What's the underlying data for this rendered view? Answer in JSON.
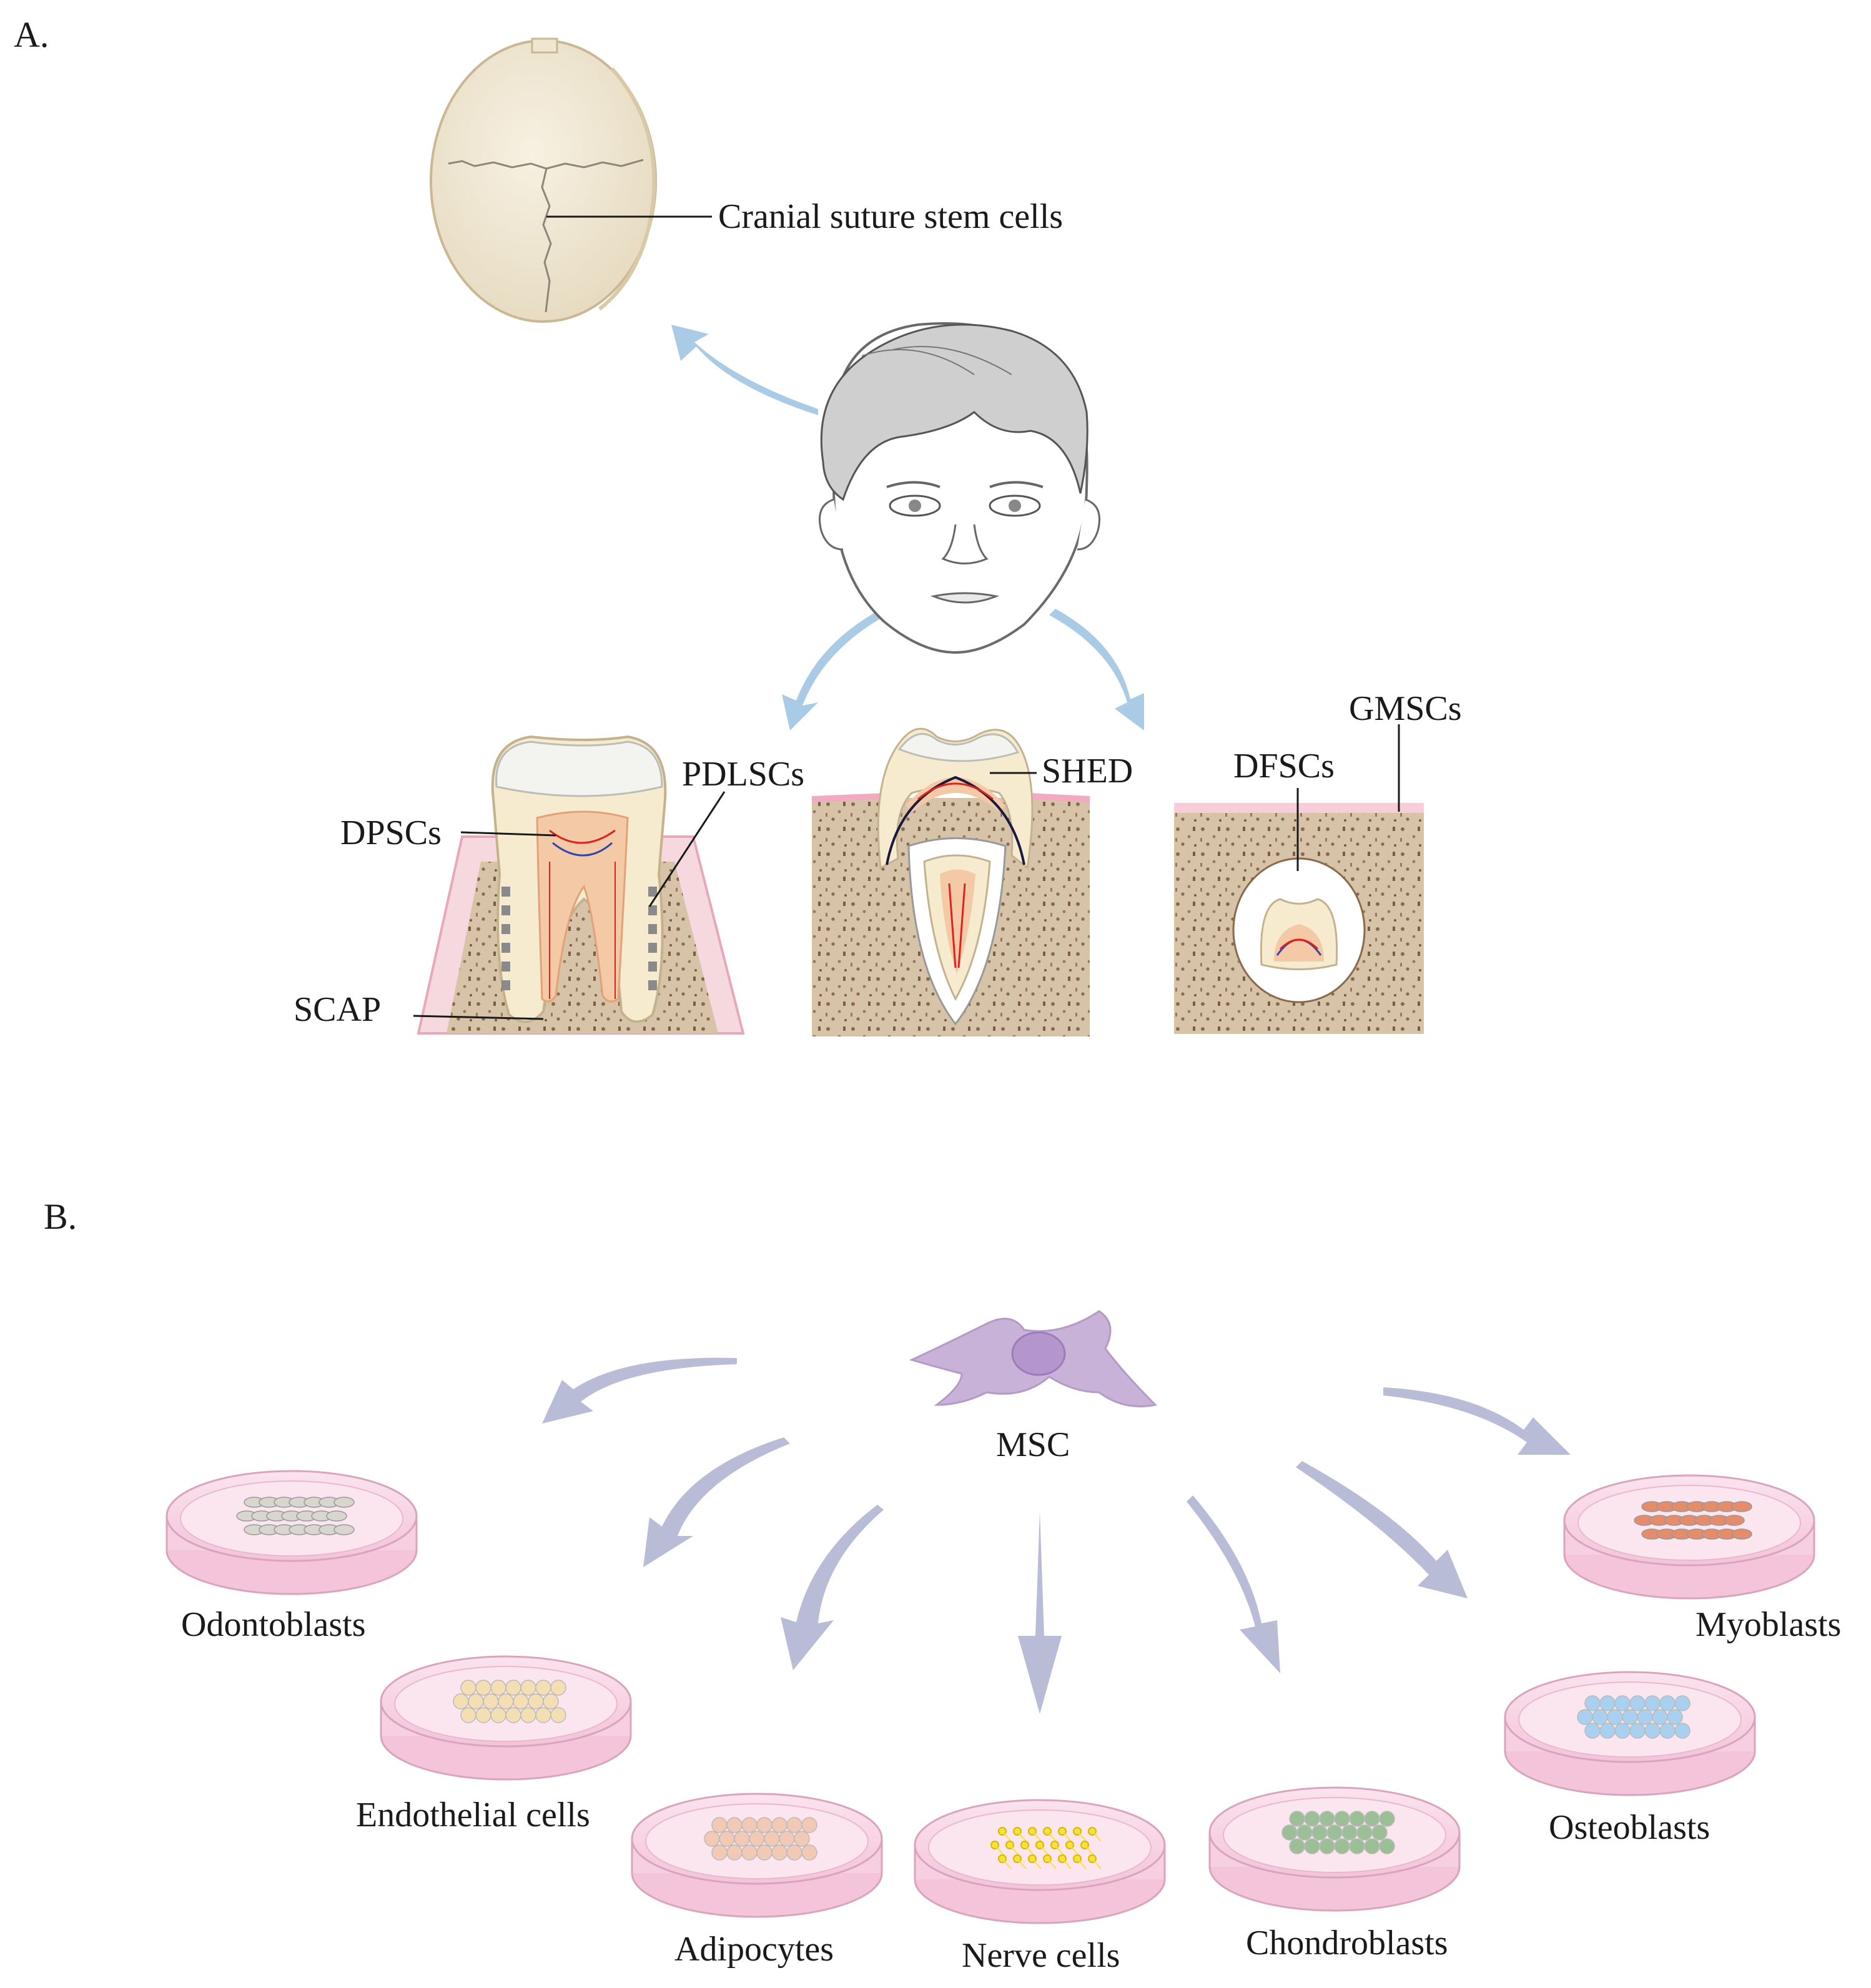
{
  "panel_a": {
    "label": "A.",
    "skull_label": "Cranial suture stem cells",
    "tooth_labels": {
      "dpsc": "DPSCs",
      "pdlsc": "PDLSCs",
      "scap": "SCAP",
      "shed": "SHED",
      "dfsc": "DFSCs",
      "gmsc": "GMSCs"
    }
  },
  "panel_b": {
    "label": "B.",
    "msc_label": "MSC",
    "dishes": [
      {
        "label": "Odontoblasts",
        "cell_color": "#d9d6cf"
      },
      {
        "label": "Endothelial cells",
        "cell_color": "#f4dfb4"
      },
      {
        "label": "Adipocytes",
        "cell_color": "#f2c9b5"
      },
      {
        "label": "Nerve cells",
        "cell_color": "#f5e23a"
      },
      {
        "label": "Chondroblasts",
        "cell_color": "#9dbf98"
      },
      {
        "label": "Osteoblasts",
        "cell_color": "#a9d0ef"
      },
      {
        "label": "Myoblasts",
        "cell_color": "#e58c6a"
      }
    ]
  },
  "colors": {
    "bone": "#cfb79a",
    "gum": "#f6cdd8",
    "dentin": "#f7ebcf",
    "enamel": "#f3f3f0",
    "pulp": "#f3c9a6",
    "skull": "#f1ead8",
    "dish_pink": "#f8d6e6",
    "arrow_blue": "#a9cbe6",
    "arrow_lavender": "#b9bcd6",
    "msc_purple": "#c9b2d8"
  }
}
